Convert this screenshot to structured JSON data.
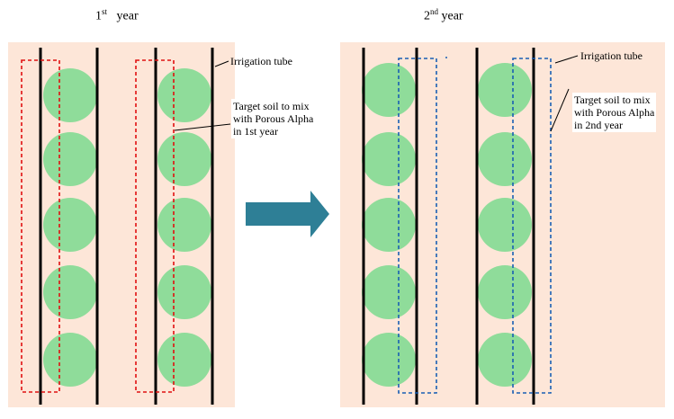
{
  "titles": {
    "year1": {
      "prefix": "1",
      "suffix": "st",
      "word": "year"
    },
    "year2": {
      "prefix": "2",
      "suffix": "nd",
      "word": "year"
    }
  },
  "labels": {
    "tube1": "Irrigation tube",
    "tube2": "Irrigation tube",
    "target1": [
      "Target soil to mix",
      "with Porous Alpha",
      "in 1st year"
    ],
    "target2": [
      "Target soil to mix",
      "with Porous Alpha",
      "in 2nd year"
    ]
  },
  "colors": {
    "field": "#fde6d8",
    "plant": "#8fdc9a",
    "tube": "#000000",
    "year1_box": "#e01010",
    "year2_box": "#1a5fb4",
    "arrow": "#2e7f96"
  },
  "plants_per_row": 5
}
